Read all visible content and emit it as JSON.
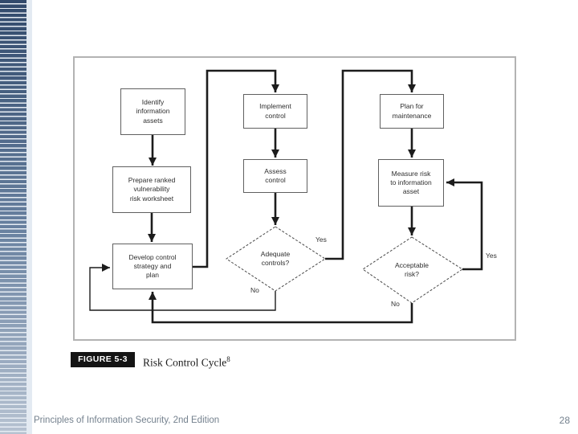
{
  "theme": {
    "sidebar_top_color": "#31496b",
    "sidebar_mid_color": "#67809f",
    "sidebar_bottom_color": "#b6c2d1",
    "sidebar_gap_color": "#e7edf4",
    "sidebar_edge_color": "#e3eaf2",
    "line_color": "#1c1c1c",
    "box_border_color": "#606060",
    "diamond_border_color": "#4a4a4a",
    "figure_border_color": "#b3b3b3",
    "caption_bg": "#141414",
    "caption_fg": "#ffffff",
    "footer_color": "#74818e"
  },
  "figure": {
    "caption_label": "FIGURE 5-3",
    "caption_title": "Risk Control Cycle",
    "caption_superscript": "8"
  },
  "flowchart": {
    "boxes": {
      "identify": {
        "label": "Identify\ninformation\nassets"
      },
      "prepare": {
        "label": "Prepare ranked\nvulnerability\nrisk worksheet"
      },
      "develop": {
        "label": "Develop control\nstrategy and\nplan"
      },
      "implement": {
        "label": "Implement\ncontrol"
      },
      "assess": {
        "label": "Assess\ncontrol"
      },
      "plan": {
        "label": "Plan for\nmaintenance"
      },
      "measure": {
        "label": "Measure risk\nto information\nasset"
      }
    },
    "decisions": {
      "adequate": {
        "label": "Adequate\ncontrols?",
        "yes": "Yes",
        "no": "No"
      },
      "acceptable": {
        "label": "Acceptable\nrisk?",
        "yes": "Yes",
        "no": "No"
      }
    }
  },
  "footer": {
    "left": "Principles of Information Security, 2nd Edition",
    "page_number": "28"
  }
}
